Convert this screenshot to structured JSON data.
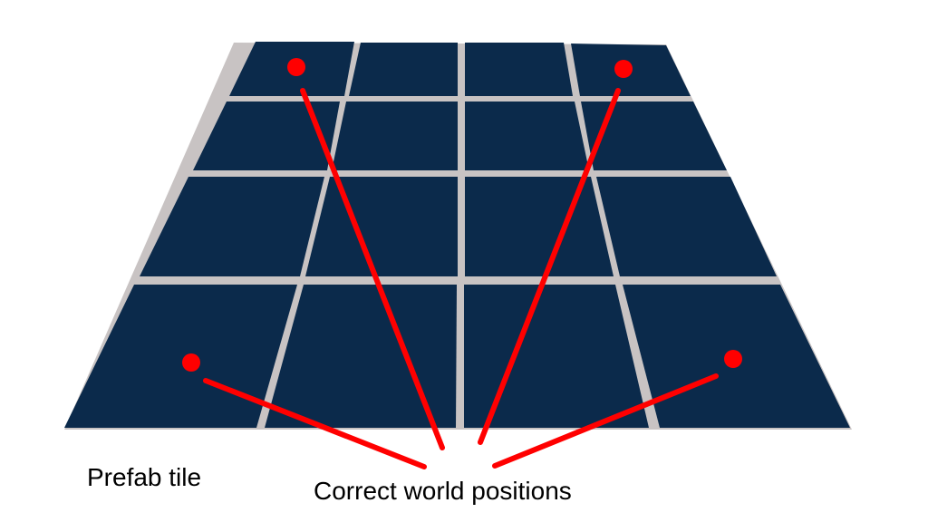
{
  "labels": {
    "prefab_tile": "Prefab tile",
    "correct_world_positions": "Correct world positions"
  },
  "grid": {
    "rows": 4,
    "columns": 4
  },
  "markers": {
    "count": 4
  },
  "colors": {
    "tile": "#0b2a4b",
    "grout": "#c8c3c3",
    "marker": "#ff0000",
    "pointer": "#ff0000",
    "text": "#000000",
    "background": "#ffffff"
  }
}
